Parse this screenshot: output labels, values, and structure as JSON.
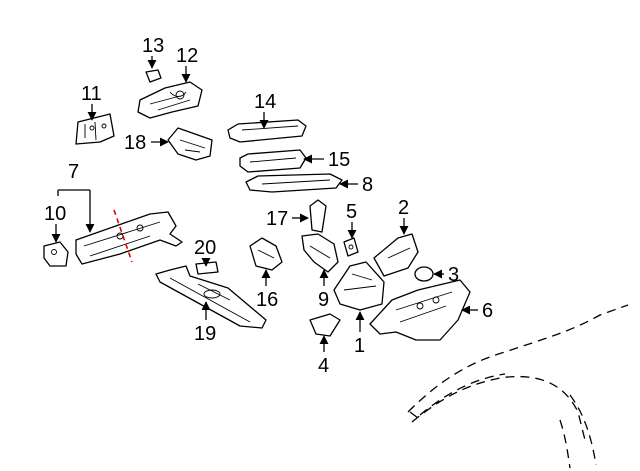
{
  "callouts": {
    "c1": "1",
    "c2": "2",
    "c3": "3",
    "c4": "4",
    "c5": "5",
    "c6": "6",
    "c7": "7",
    "c8": "8",
    "c9": "9",
    "c10": "10",
    "c11": "11",
    "c12": "12",
    "c13": "13",
    "c14": "14",
    "c15": "15",
    "c16": "16",
    "c17": "17",
    "c18": "18",
    "c19": "19",
    "c20": "20"
  },
  "colors": {
    "line": "#000000",
    "cut_line": "#e00000",
    "background": "#ffffff"
  }
}
